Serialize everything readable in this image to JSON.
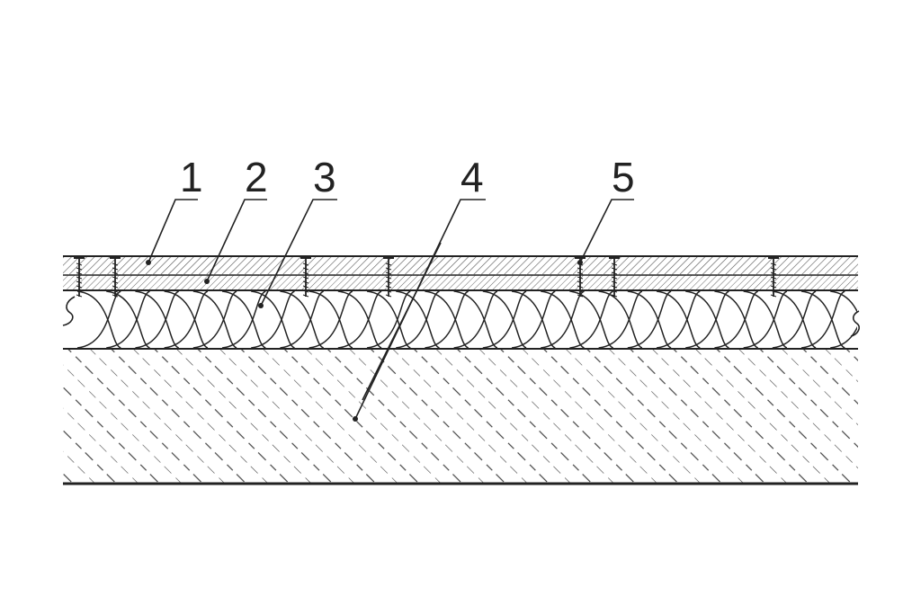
{
  "diagram": {
    "callouts": [
      {
        "id": "1",
        "label": "1",
        "target": "top-board-layer"
      },
      {
        "id": "2",
        "label": "2",
        "target": "underlay-board-layer"
      },
      {
        "id": "3",
        "label": "3",
        "target": "insulation-layer"
      },
      {
        "id": "4",
        "label": "4",
        "target": "concrete-base-layer"
      },
      {
        "id": "5",
        "label": "5",
        "target": "fastener-screw"
      }
    ],
    "colors": {
      "ink": "#222222",
      "hatch": "#444444",
      "background": "#ffffff"
    }
  }
}
